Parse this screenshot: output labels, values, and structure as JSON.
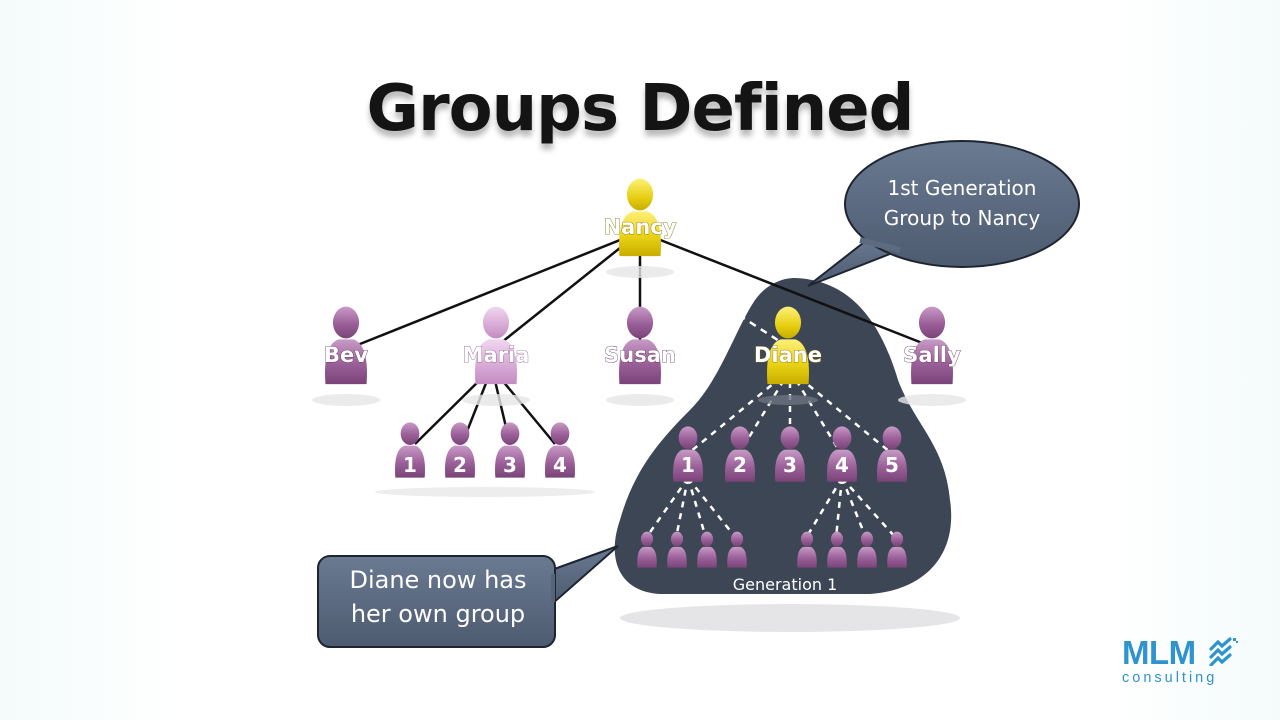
{
  "title": "Groups Defined",
  "root": {
    "name": "Nancy"
  },
  "level1": [
    {
      "name": "Bev"
    },
    {
      "name": "Maria"
    },
    {
      "name": "Susan"
    },
    {
      "name": "Diane"
    },
    {
      "name": "Sally"
    }
  ],
  "maria_children": [
    "1",
    "2",
    "3",
    "4"
  ],
  "diane_children": [
    "1",
    "2",
    "3",
    "4",
    "5"
  ],
  "callouts": {
    "first_generation": [
      "1st Generation",
      "Group to Nancy"
    ],
    "diane_group": [
      "Diane now has",
      "her own group"
    ]
  },
  "region_label": "Generation 1",
  "brand": {
    "name": "MLM",
    "tagline": "consulting"
  },
  "colors": {
    "root_person": "#e8d21a",
    "person": "#a86aa6",
    "highlight_person": "#d9a9d8",
    "group_region": "#3d4654",
    "callout": "#556377",
    "brand": "#2e93cf"
  }
}
